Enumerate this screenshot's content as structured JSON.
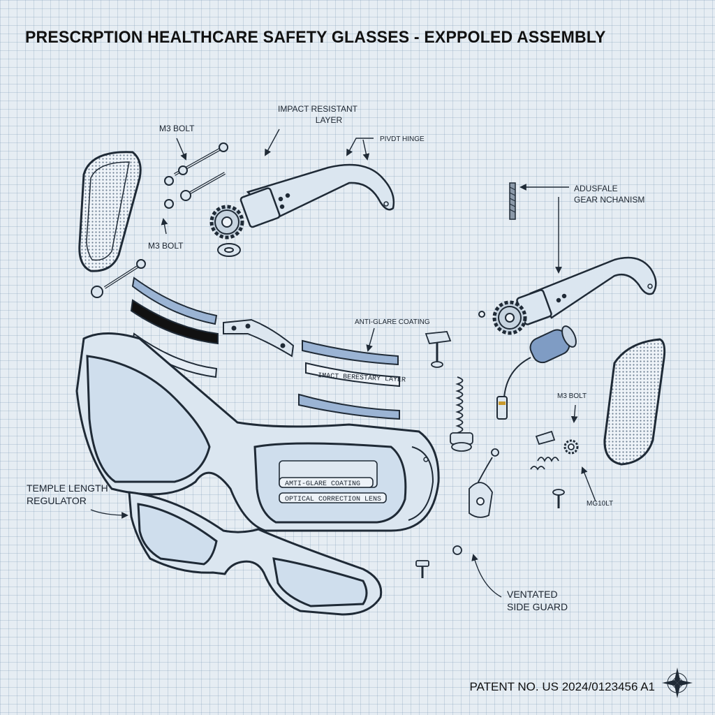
{
  "title": "PRESCRPTION HEALTHCARE SAFETY GLASSES - EXPPOLED ASSEMBLY",
  "labels": {
    "m3_bolt_top": "M3 BOLT",
    "m3_bolt_left": "M3 BOLT",
    "impact_resistant_top": [
      "IMPACT RESISTANT",
      "LAYER"
    ],
    "pivot_hinge": "PIVDT HINGE",
    "adjustable_gear": [
      "ADUSFALE",
      "GEAR NCHANISM"
    ],
    "anti_glare_mid": "ANTI-GLARE COATING",
    "impact_strip": "IMACT BERESTARY LAYER",
    "m3_bolt_right": "M3 BOLT",
    "mg_bolt": "MG10LT",
    "temple_length": [
      "TEMPLE LENGTH",
      "REGULATOR"
    ],
    "anti_glare_lens": "AMTI-GLARE COATING",
    "optical_lens": "OPTICAL CORRECTION LENS",
    "ventilated_side": [
      "VENTATED",
      "SIDE GUARD"
    ]
  },
  "patent": "PATENT NO. US 2024/0123456 A1",
  "colors": {
    "ink": "#1f2a36",
    "lens_fill": "#d4e3f1",
    "frame_fill": "#dbe6f0",
    "strip_blue": "#8ea9cc",
    "background": "#e6edf3"
  }
}
